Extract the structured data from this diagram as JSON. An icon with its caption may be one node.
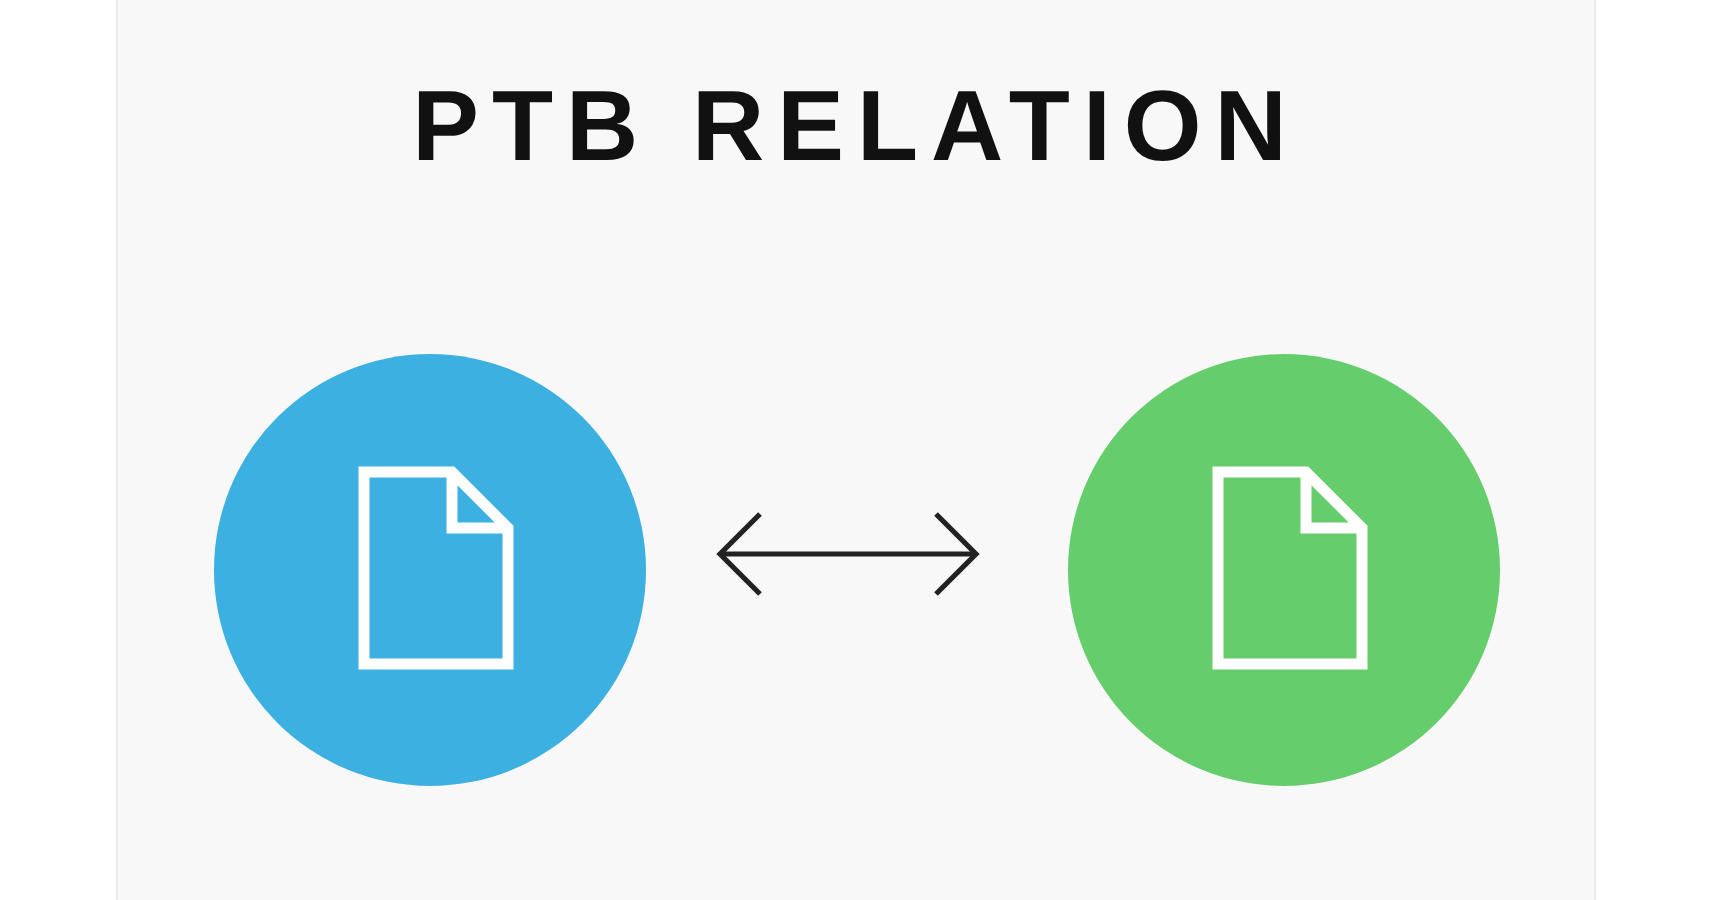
{
  "diagram": {
    "title": "PTB RELATION",
    "nodes": [
      {
        "text": [],
        "shape": "circle"
      },
      {
        "text": [],
        "shape": "circle"
      }
    ],
    "edges": [
      {
        "from": 0,
        "to": 1,
        "arrow": "both"
      }
    ]
  }
}
